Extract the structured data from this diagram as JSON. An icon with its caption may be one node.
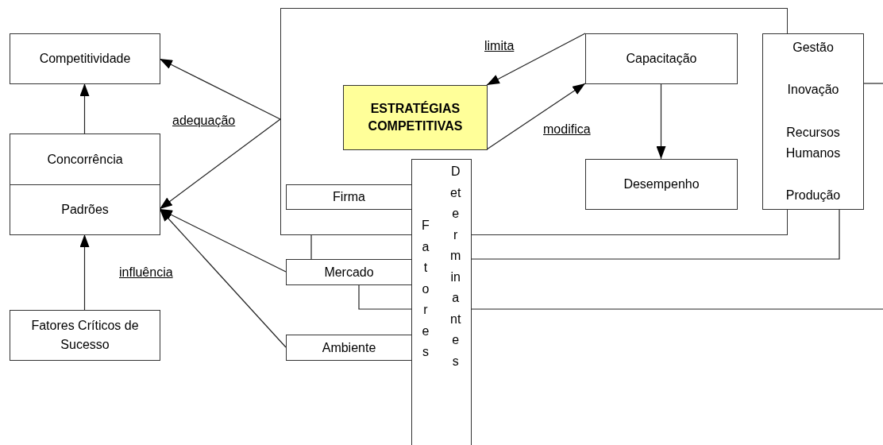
{
  "diagram": {
    "nodes": [
      {
        "text": [
          "Competitividade"
        ]
      },
      {
        "text": [
          "Concorrência"
        ]
      },
      {
        "text": [
          "Padrões"
        ]
      },
      {
        "text": [
          "Fatores Críticos de Sucesso"
        ]
      },
      {
        "text": [],
        "shape": "box"
      },
      {
        "text": [
          "Capacitação"
        ],
        "in": 4
      },
      {
        "text": [
          "ESTRATÉGIAS COMPETITIVAS"
        ],
        "in": 4
      },
      {
        "text": [
          "Desempenho"
        ],
        "in": 4
      },
      {
        "text": [
          "Firma"
        ],
        "in": 4
      },
      {
        "text": [
          "Gestão",
          "Inovação",
          "Recursos Humanos",
          "Produção"
        ]
      },
      {
        "text": [
          "Fatores",
          "Determinantes"
        ]
      },
      {
        "text": [
          "Mercado"
        ]
      },
      {
        "text": [
          "Ambiente"
        ]
      }
    ],
    "edges": [
      {
        "from": 1,
        "to": 0,
        "arrow": "to"
      },
      {
        "from": 3,
        "to": 2,
        "arrow": "to"
      },
      {
        "from": 4,
        "to": 0,
        "arrow": "to",
        "label": "adequação"
      },
      {
        "from": 4,
        "to": 2,
        "arrow": "to"
      },
      {
        "from": 11,
        "to": 2,
        "arrow": "to",
        "label": "influência"
      },
      {
        "from": 12,
        "to": 2,
        "arrow": "to"
      },
      {
        "from": 5,
        "to": 6,
        "arrow": "to",
        "label": "limita"
      },
      {
        "from": 6,
        "to": 5,
        "arrow": "to",
        "label": "modifica"
      },
      {
        "from": 5,
        "to": 7,
        "arrow": "to"
      },
      {
        "from": 9,
        "to": null,
        "arrow": "none"
      },
      {
        "from": 4,
        "to": 11,
        "arrow": "none"
      },
      {
        "from": 9,
        "to": 10,
        "arrow": "none"
      },
      {
        "from": 11,
        "to": 10,
        "arrow": "none"
      },
      {
        "from": 10,
        "to": null,
        "arrow": "none"
      }
    ]
  }
}
